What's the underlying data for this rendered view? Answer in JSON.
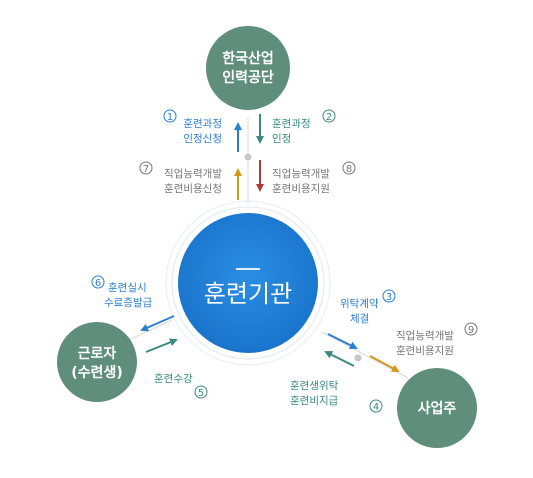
{
  "nodes": {
    "top": {
      "line1": "한국산업",
      "line2": "인력공단",
      "color": "#5f8f7a"
    },
    "center": {
      "label": "훈련기관",
      "color": "#1d7fd6"
    },
    "left": {
      "line1": "근로자",
      "line2": "(수련생)",
      "color": "#5f8f7a"
    },
    "right": {
      "label": "사업주",
      "color": "#5f8f7a"
    }
  },
  "edges": [
    {
      "num": "①",
      "line1": "훈련과정",
      "line2": "인정신청",
      "color": "#2a7fd4"
    },
    {
      "num": "②",
      "line1": "훈련과정",
      "line2": "인정",
      "color": "#3a8a82"
    },
    {
      "num": "③",
      "line1": "위탁계약",
      "line2": "체결",
      "color": "#2a7fd4"
    },
    {
      "num": "④",
      "line1": "훈련생위탁",
      "line2": "훈련비지급",
      "color": "#3a8a82"
    },
    {
      "num": "⑤",
      "line1": "훈련수강",
      "line2": "",
      "color": "#3a8a82"
    },
    {
      "num": "⑥",
      "line1": "훈련실시",
      "line2": "수료증발급",
      "color": "#2a7fd4"
    },
    {
      "num": "⑦",
      "line1": "직업능력개발",
      "line2": "훈련비용신청",
      "color": "#d39a1c"
    },
    {
      "num": "⑧",
      "line1": "직업능력개발",
      "line2": "훈련비용지원",
      "color": "#b43a3a"
    },
    {
      "num": "⑨",
      "line1": "직업능력개발",
      "line2": "훈련비용지원",
      "color": "#d39a1c"
    }
  ]
}
